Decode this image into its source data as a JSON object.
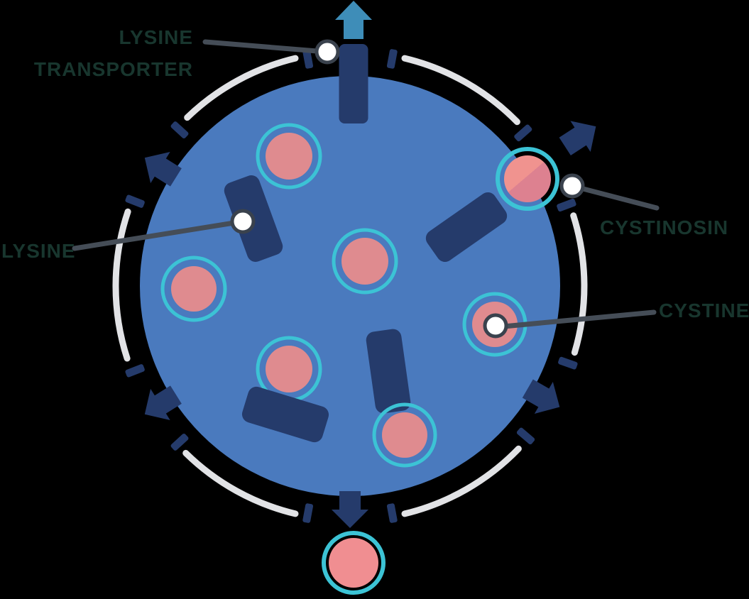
{
  "diagram": {
    "subject": "lysosome cystine transport diagram",
    "labels": {
      "lysine_transporter": {
        "line1": "LYSINE",
        "line2": "TRANSPORTER"
      },
      "lysine": "LYSINE",
      "cystinosin": "CYSTINOSIN",
      "cystine": "CYSTINE"
    },
    "molecules": {
      "cystine_vesicles_inside": 6,
      "cystine_vesicle_exiting": 1,
      "cystine_vesicle_exported": 1,
      "lysine_molecules_inside": 4
    },
    "icons": [
      "up-arrow-icon",
      "export-arrow-icon",
      "membrane-dash",
      "callout-dot"
    ],
    "colors": {
      "background": "#000000",
      "lysosome_fill": "#4a7abe",
      "navy": "#253b6b",
      "teal_ring": "#3cc3d5",
      "teal_arrow": "#3e8db8",
      "pink": "#df8b8f",
      "pink_light": "#f0938f",
      "pink_dark": "#dd8190",
      "pink_exported": "#f08e91",
      "membrane_arc_gray": "#e2e3e6",
      "callout_line": "#454d57",
      "dot_ring": "#3a424d",
      "label_text": "#18362e"
    }
  }
}
